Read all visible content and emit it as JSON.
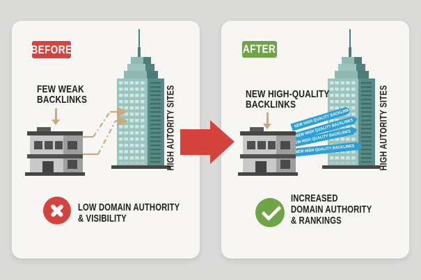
{
  "colors": {
    "background": "#dadad9",
    "panel": "#f7f6f3",
    "red_accent": "#d5433e",
    "green_accent": "#6fa546",
    "blue_ribbon": "#2b9fd6",
    "tan_connector": "#c8aa7f",
    "tower_teal_light": "#9cc4be",
    "tower_teal_dark": "#578b86",
    "text": "#20201e"
  },
  "before": {
    "badge": "BEFORE",
    "backlinks_label": [
      "FEW WEAK",
      "BACKLINKS"
    ],
    "tower_caption": "HIGH AUTORITY SITES",
    "status": [
      "LOW DOMAIN AUTHORITY",
      "& VISIBILITY"
    ],
    "status_icon": "x-icon"
  },
  "after": {
    "badge": "AFTER",
    "backlinks_label": [
      "NEW HIGH-QUALITY",
      "BACKLINKS"
    ],
    "tower_caption": "HIGH AUTORITY SITES",
    "ribbons": [
      "NEW HIGH QUALITY BACKLINKS",
      "NEW HIGH QUALITY BACKLINKS",
      "NEW HIGH QUALITY BACKLINKS",
      "NEW HIGH QUALITY BACKLINKS"
    ],
    "status": [
      "INCREASED",
      "DOMAIN AUTHORITY",
      "& RANKINGS"
    ],
    "status_icon": "check-icon"
  },
  "transition_icon": "right-arrow-icon"
}
